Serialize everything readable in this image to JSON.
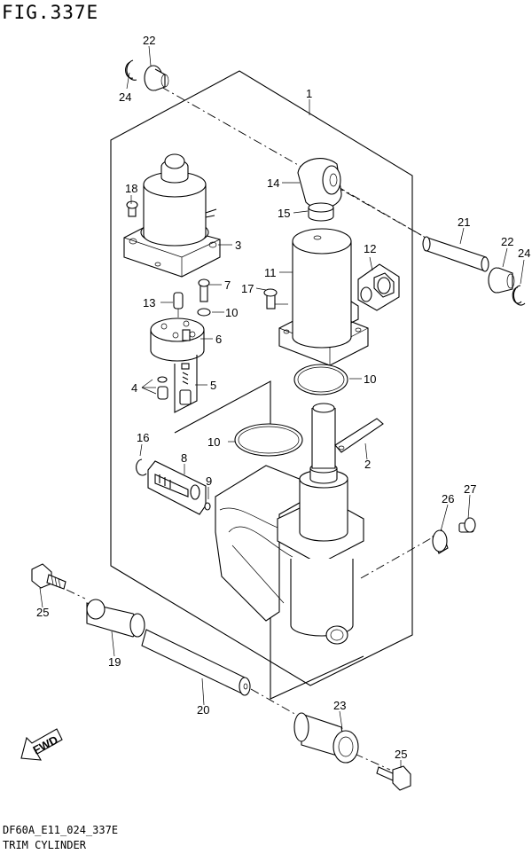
{
  "title": "FIG.337E",
  "footer": {
    "code": "DF60A_E11_024_337E",
    "name": "TRIM CYLINDER"
  },
  "fwd_label": "FWD",
  "callouts": [
    {
      "id": "c1",
      "label": "1"
    },
    {
      "id": "c2",
      "label": "2"
    },
    {
      "id": "c3",
      "label": "3"
    },
    {
      "id": "c4",
      "label": "4"
    },
    {
      "id": "c5",
      "label": "5"
    },
    {
      "id": "c6",
      "label": "6"
    },
    {
      "id": "c7",
      "label": "7"
    },
    {
      "id": "c8",
      "label": "8"
    },
    {
      "id": "c9",
      "label": "9"
    },
    {
      "id": "c10a",
      "label": "10"
    },
    {
      "id": "c10b",
      "label": "10"
    },
    {
      "id": "c10c",
      "label": "10"
    },
    {
      "id": "c11",
      "label": "11"
    },
    {
      "id": "c12",
      "label": "12"
    },
    {
      "id": "c13",
      "label": "13"
    },
    {
      "id": "c14",
      "label": "14"
    },
    {
      "id": "c15",
      "label": "15"
    },
    {
      "id": "c16",
      "label": "16"
    },
    {
      "id": "c17",
      "label": "17"
    },
    {
      "id": "c18",
      "label": "18"
    },
    {
      "id": "c19",
      "label": "19"
    },
    {
      "id": "c20",
      "label": "20"
    },
    {
      "id": "c21",
      "label": "21"
    },
    {
      "id": "c22a",
      "label": "22"
    },
    {
      "id": "c22b",
      "label": "22"
    },
    {
      "id": "c23",
      "label": "23"
    },
    {
      "id": "c24a",
      "label": "24"
    },
    {
      "id": "c24b",
      "label": "24"
    },
    {
      "id": "c25a",
      "label": "25"
    },
    {
      "id": "c25b",
      "label": "25"
    },
    {
      "id": "c26",
      "label": "26"
    },
    {
      "id": "c27",
      "label": "27"
    }
  ]
}
